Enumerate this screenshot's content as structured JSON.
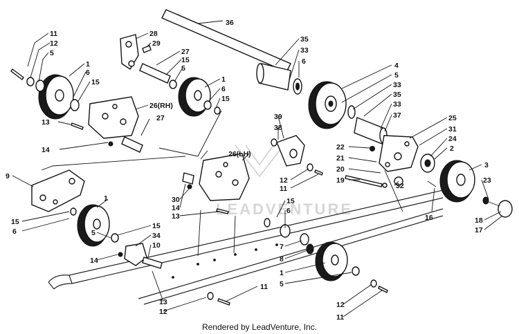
{
  "footer": {
    "text": "Rendered by LeadVenture, Inc."
  },
  "watermark": {
    "text": "LEADVENTURE"
  },
  "callouts": [
    "11",
    "12",
    "5",
    "1",
    "6",
    "15",
    "13",
    "14",
    "28",
    "29",
    "27",
    "15",
    "5",
    "26(RH)",
    "27",
    "1",
    "6",
    "15",
    "36",
    "35",
    "33",
    "6",
    "4",
    "5",
    "33",
    "35",
    "33",
    "37",
    "25",
    "31",
    "24",
    "2",
    "3",
    "23",
    "18",
    "17",
    "16",
    "39",
    "38",
    "12",
    "11",
    "22",
    "21",
    "20",
    "19",
    "32",
    "26(LH)",
    "30",
    "14",
    "13",
    "15",
    "6",
    "9",
    "1",
    "15",
    "6",
    "15",
    "34",
    "10",
    "5",
    "14",
    "7",
    "8",
    "1",
    "5",
    "13",
    "12",
    "11",
    "12",
    "11"
  ]
}
